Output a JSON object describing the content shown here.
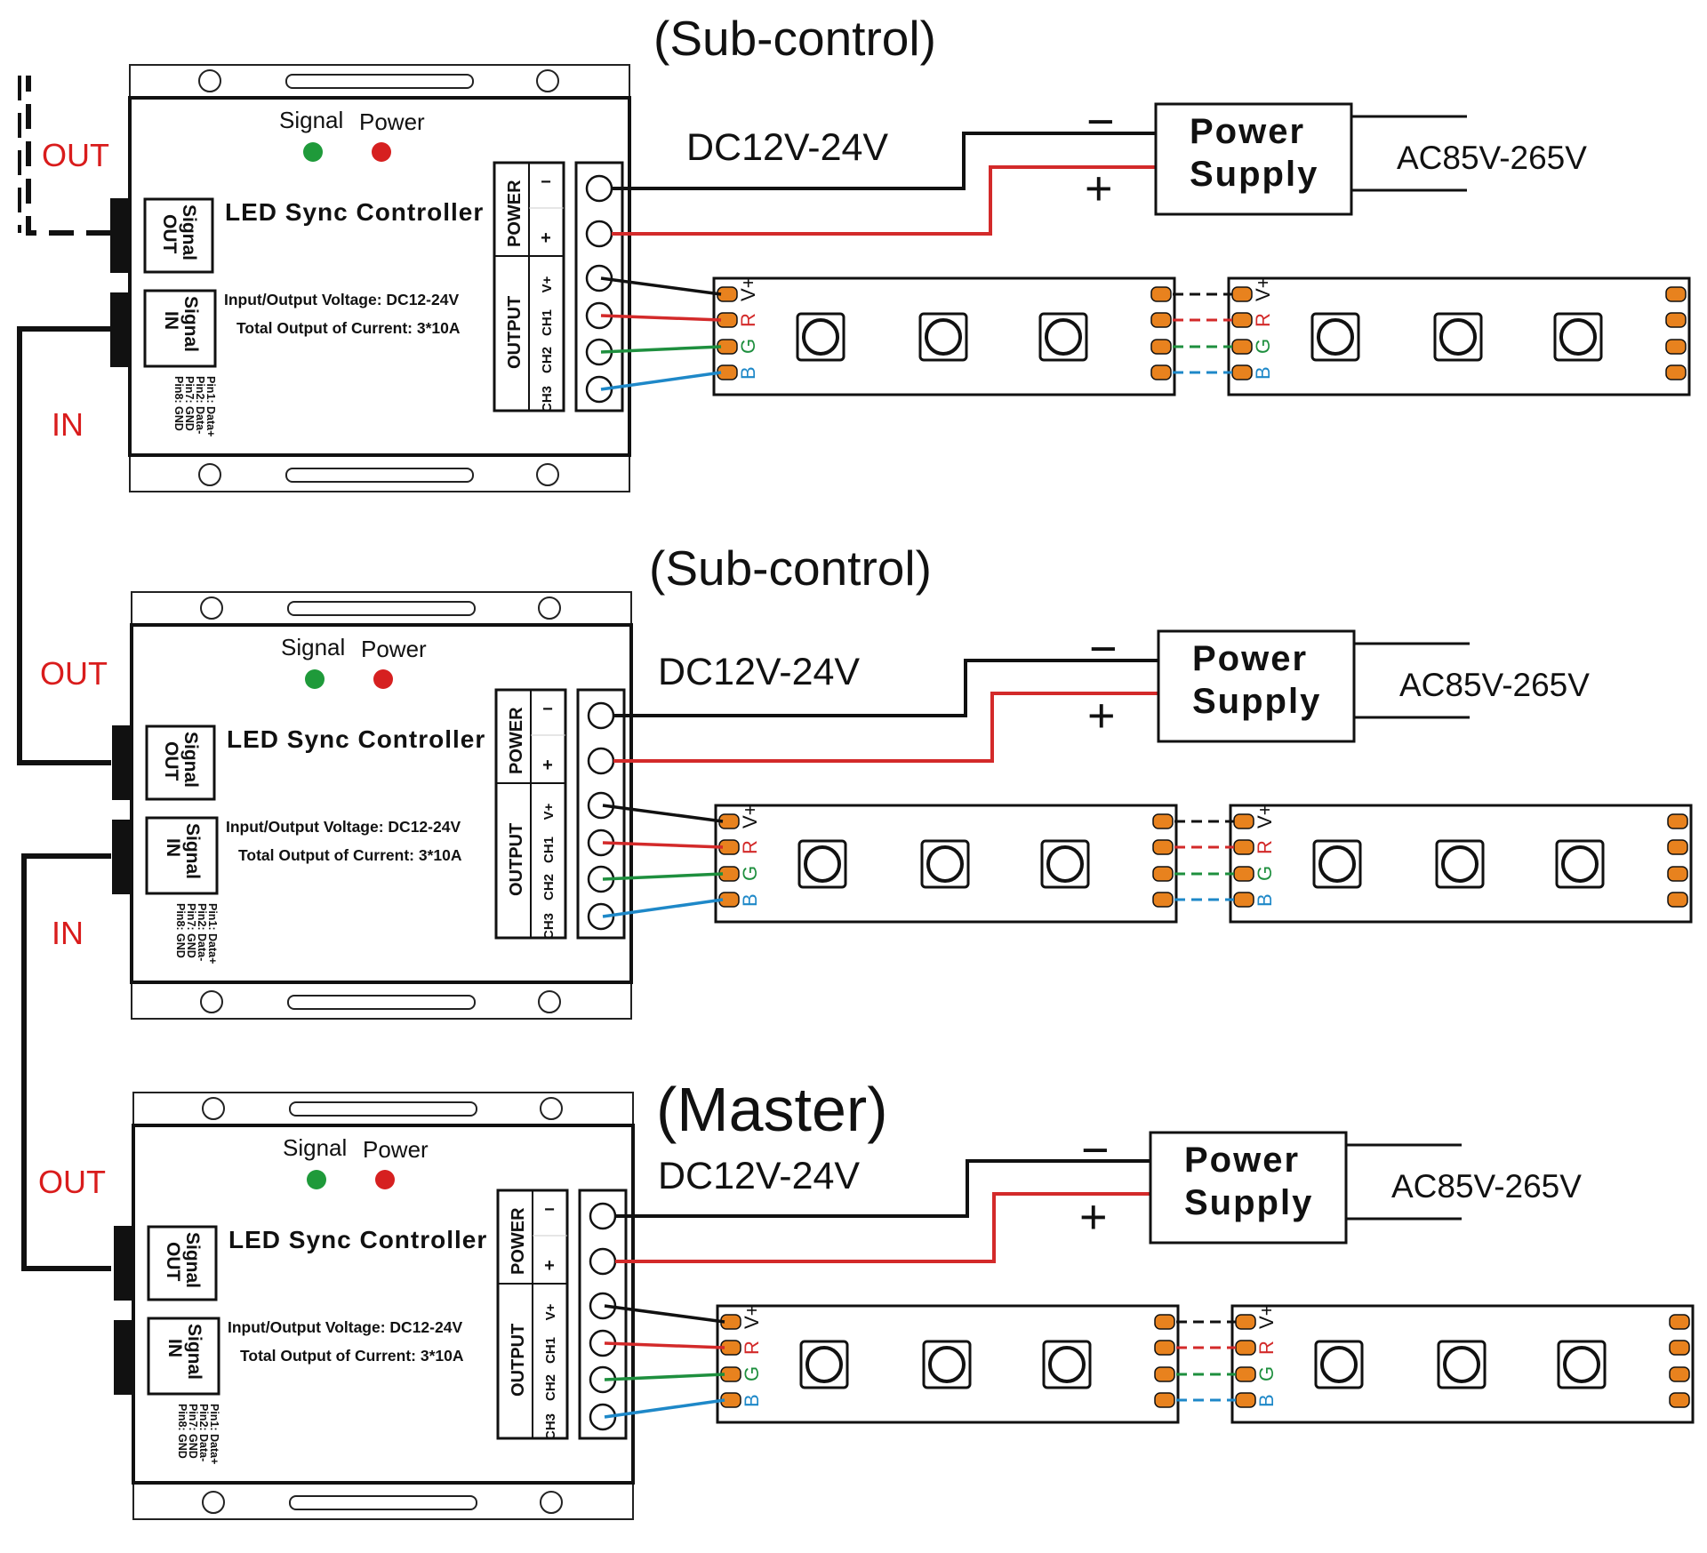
{
  "colors": {
    "red_wire": "#d32a2a",
    "green_wire": "#1e8f3e",
    "blue_wire": "#1e88c8",
    "signal_led": "#1f9a3a",
    "power_led": "#d62020",
    "pad_orange": "#e8821e",
    "label_red": "#d91c1c",
    "strip_g_label": "#1e8f3e",
    "strip_b_label": "#1e88c8"
  },
  "controllers": [
    {
      "role_label": "(Sub-control)",
      "dc_label": "DC12V-24V",
      "out_label": "OUT",
      "in_label": "IN",
      "power_supply": {
        "line1": "Power",
        "line2": "Supply",
        "ac_label": "AC85V-265V",
        "minus": "−",
        "plus": "+"
      }
    },
    {
      "role_label": "(Sub-control)",
      "dc_label": "DC12V-24V",
      "out_label": "OUT",
      "in_label": "IN",
      "power_supply": {
        "line1": "Power",
        "line2": "Supply",
        "ac_label": "AC85V-265V",
        "minus": "−",
        "plus": "+"
      }
    },
    {
      "role_label": "(Master)",
      "dc_label": "DC12V-24V",
      "out_label": "OUT",
      "in_label": "",
      "power_supply": {
        "line1": "Power",
        "line2": "Supply",
        "ac_label": "AC85V-265V",
        "minus": "−",
        "plus": "+"
      }
    }
  ],
  "device": {
    "signal_indicator": "Signal",
    "power_indicator": "Power",
    "name": "LED Sync Controller",
    "spec_line1": "Input/Output Voltage: DC12-24V",
    "spec_line2": "Total Output of Current: 3*10A",
    "signal_out_line1": "Signal",
    "signal_out_line2": "OUT",
    "signal_in_line1": "Signal",
    "signal_in_line2": "IN",
    "pins": [
      "Pin1: Data+",
      "Pin2: Data-",
      "Pin7: GND",
      "Pin8: GND"
    ],
    "power_group": "POWER",
    "output_group": "OUTPUT",
    "terminals": [
      "−",
      "+",
      "V+",
      "CH1",
      "CH2",
      "CH3"
    ],
    "terminals_master": [
      "−",
      "+",
      "V+",
      "CH1",
      "CH2",
      "CH3"
    ]
  },
  "strip": {
    "labels": [
      "V+",
      "R",
      "G",
      "B"
    ]
  }
}
